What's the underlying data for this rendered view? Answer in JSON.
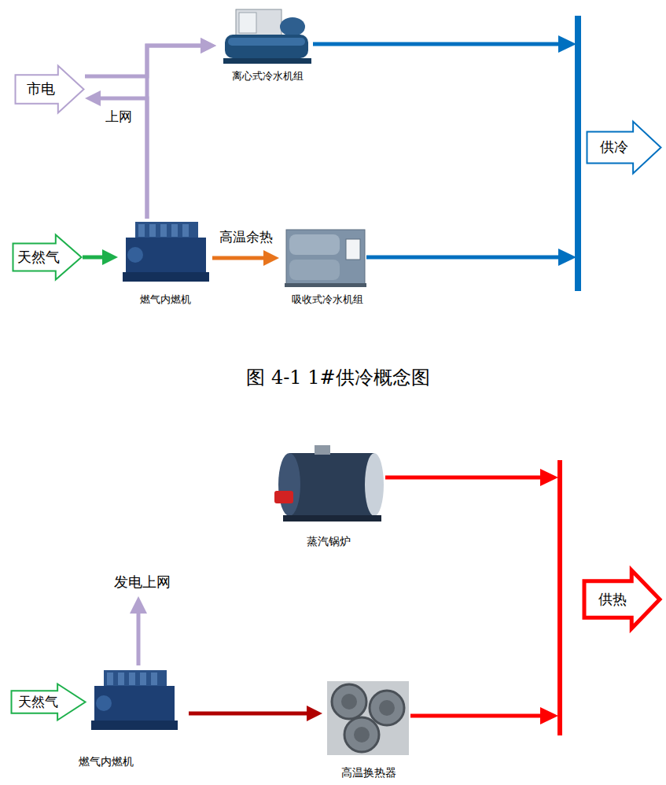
{
  "diagram": {
    "caption": "图 4-1 1#供冷概念图",
    "nodes": [
      {
        "text": [
          "市电"
        ]
      },
      {
        "text": [
          "离心式冷水机组"
        ]
      },
      {
        "text": [
          "天然气"
        ]
      },
      {
        "text": [
          "燃气内燃机"
        ]
      },
      {
        "text": [
          "吸收式冷水机组"
        ]
      },
      {
        "text": [
          "供冷"
        ]
      },
      {
        "text": [
          "蒸汽锅炉"
        ]
      },
      {
        "text": [
          "天然气"
        ]
      },
      {
        "text": [
          "燃气内燃机"
        ]
      },
      {
        "text": [
          "高温换热器"
        ]
      },
      {
        "text": [
          "供热"
        ]
      }
    ],
    "edges": [
      {
        "from": 0,
        "to": 1,
        "arrow": "to"
      },
      {
        "from": 3,
        "to": 1,
        "arrow": "to"
      },
      {
        "from": 3,
        "to": 0,
        "label": "上网",
        "arrow": "to"
      },
      {
        "from": 2,
        "to": 3,
        "arrow": "to"
      },
      {
        "from": 3,
        "to": 4,
        "label": "高温余热",
        "arrow": "to"
      },
      {
        "from": 8,
        "to": 9,
        "arrow": "to"
      }
    ],
    "labels": [
      "发电上网"
    ]
  }
}
